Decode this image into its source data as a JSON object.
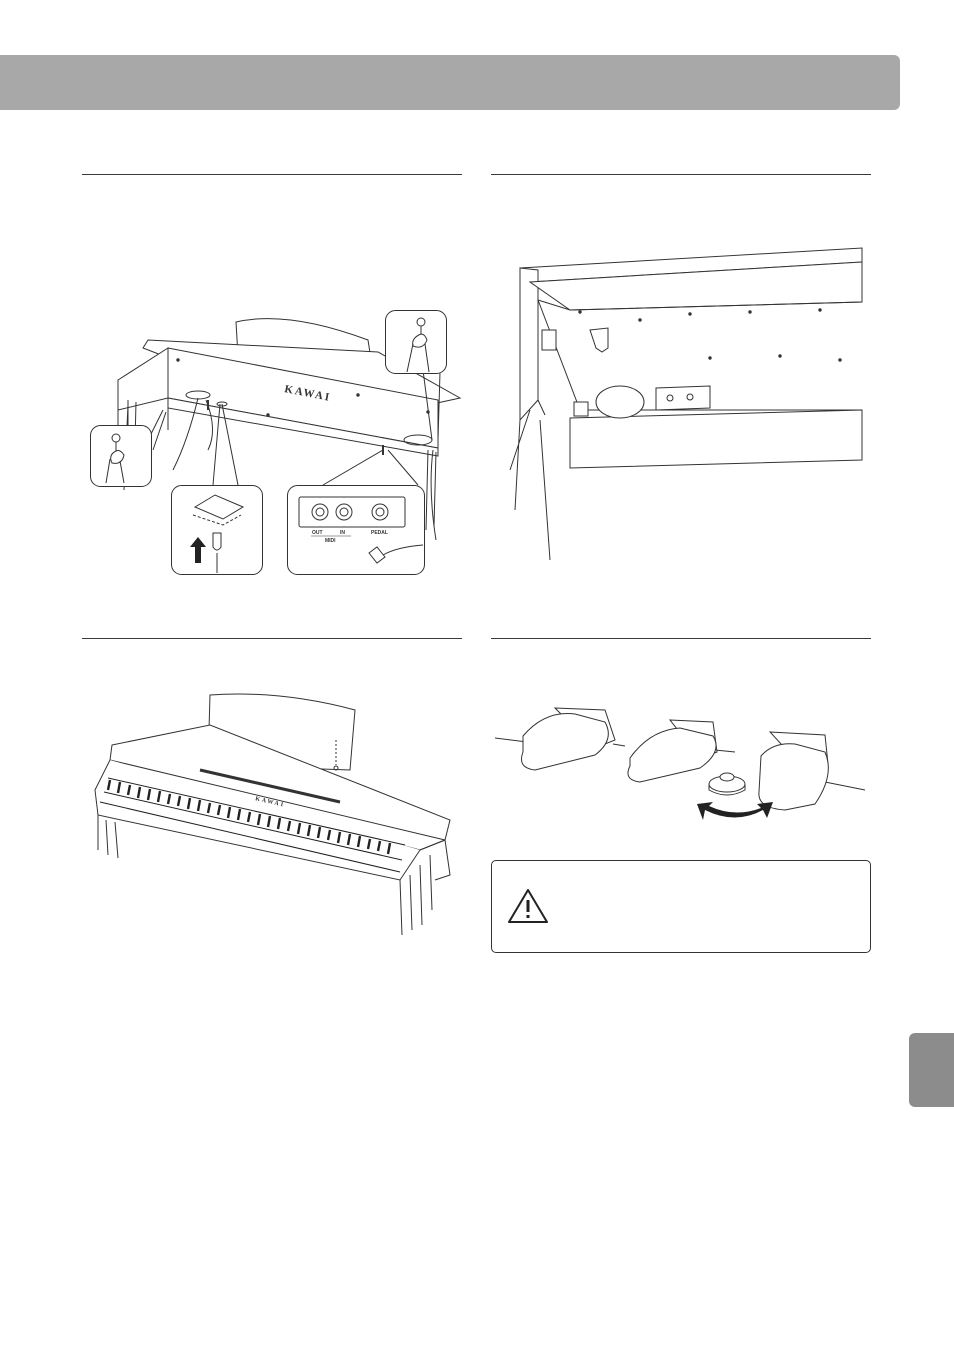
{
  "brand": {
    "logo_text": "KAWAI",
    "keyboard_logo_text": "KAWAI"
  },
  "connector_panel": {
    "jack_labels": [
      "OUT",
      "IN",
      "PEDAL"
    ],
    "group_label": "MIDI"
  },
  "colors": {
    "header_bar": "#a8a8a8",
    "side_tab": "#8c8c8c",
    "rule": "#3a3a3a",
    "line_art": "#333333"
  },
  "icons": {
    "caution": "warning-triangle-icon",
    "up_arrow": "up-arrow-icon",
    "rotate_arrow": "double-headed-curved-arrow-icon"
  }
}
